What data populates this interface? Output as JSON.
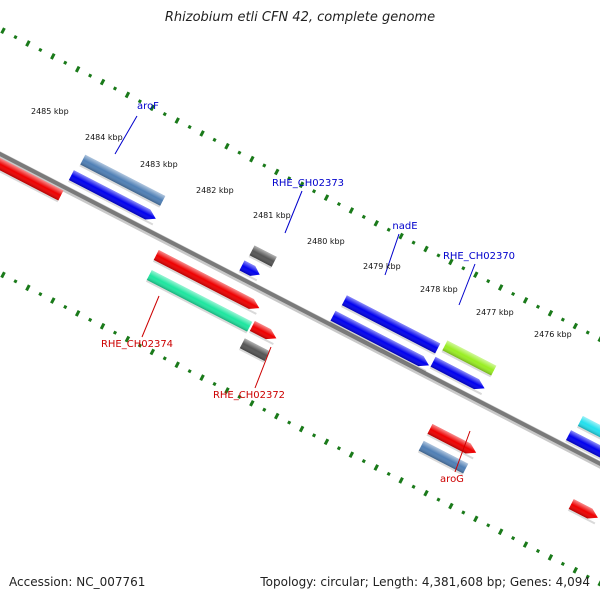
{
  "title": "Rhizobium etli CFN 42, complete genome",
  "footer": {
    "accession": "Accession: NC_007761",
    "topology": "Topology: circular; Length: 4,381,608 bp; Genes: 4,094"
  },
  "colors": {
    "axis": "#7a7a7a",
    "tick": "#1a7a1a",
    "label_top": "#0000cc",
    "label_bottom": "#cc0000",
    "blue": "#0000ee",
    "steelblue": "#4f7fb5",
    "red": "#ee0000",
    "gray": "#555555",
    "teal": "#1ee6a0",
    "lime": "#99ee22",
    "cyan": "#22e0ee"
  },
  "kbp_labels": [
    "2485 kbp",
    "2484 kbp",
    "2483 kbp",
    "2482 kbp",
    "2481 kbp",
    "2480 kbp",
    "2479 kbp",
    "2478 kbp",
    "2477 kbp",
    "2476 kbp"
  ],
  "gene_labels": [
    {
      "text": "aroF",
      "strand": "top"
    },
    {
      "text": "RHE_CH02373",
      "strand": "top"
    },
    {
      "text": "nadE",
      "strand": "top"
    },
    {
      "text": "RHE_CH02370",
      "strand": "top"
    },
    {
      "text": "RHE_CH02374",
      "strand": "bottom"
    },
    {
      "text": "RHE_CH02372",
      "strand": "bottom"
    },
    {
      "text": "aroG",
      "strand": "bottom"
    }
  ]
}
